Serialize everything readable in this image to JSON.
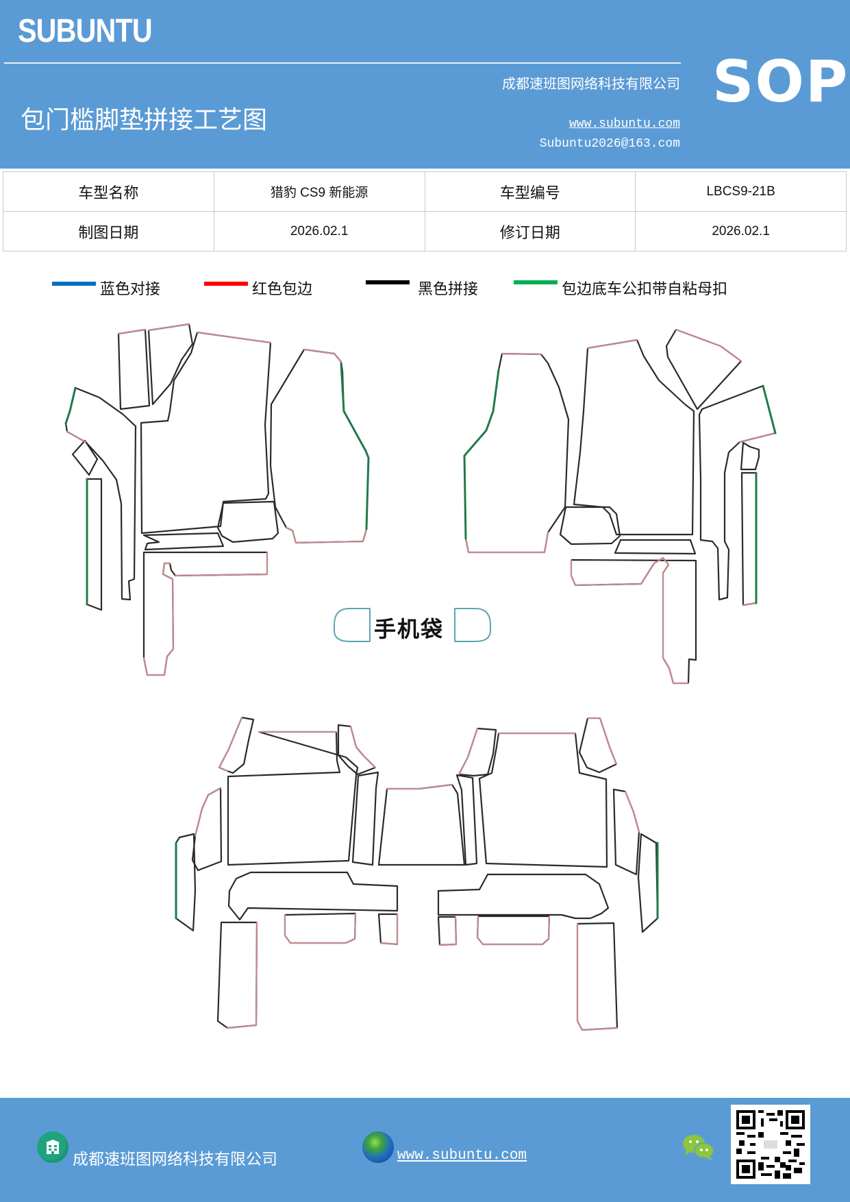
{
  "header": {
    "brand": "SUBUNTU",
    "title": "包门槛脚垫拼接工艺图",
    "company": "成都速班图网络科技有限公司",
    "website": "www.subuntu.com",
    "email": "Subuntu2026@163.com",
    "badge": "SOP",
    "background_color": "#5b9bd5"
  },
  "info_table": {
    "rows": [
      [
        {
          "label": "车型名称"
        },
        {
          "value": "猎豹 CS9 新能源"
        },
        {
          "label": "车型编号"
        },
        {
          "value": "LBCS9-21B"
        }
      ],
      [
        {
          "label": "制图日期"
        },
        {
          "value": "2026.02.1"
        },
        {
          "label": "修订日期"
        },
        {
          "value": "2026.02.1"
        }
      ]
    ]
  },
  "legend": [
    {
      "label": "蓝色对接",
      "color": "#0070c0"
    },
    {
      "label": "红色包边",
      "color": "#ff0000"
    },
    {
      "label": "黑色拼接",
      "color": "#000000"
    },
    {
      "label": "包边底车公扣带自粘母扣",
      "color": "#00b050"
    }
  ],
  "diagram": {
    "pocket_label": "手机袋",
    "stroke_colors": {
      "seam": "#2a2a2a",
      "binding": "#c98a8f",
      "fastener": "#1f7a4a",
      "butt_joint": "#5aa6b0"
    }
  },
  "footer": {
    "company": "成都速班图网络科技有限公司",
    "website": "www.subuntu.com",
    "icons": [
      "building-icon",
      "globe-icon",
      "wechat-icon",
      "qr-code"
    ]
  }
}
